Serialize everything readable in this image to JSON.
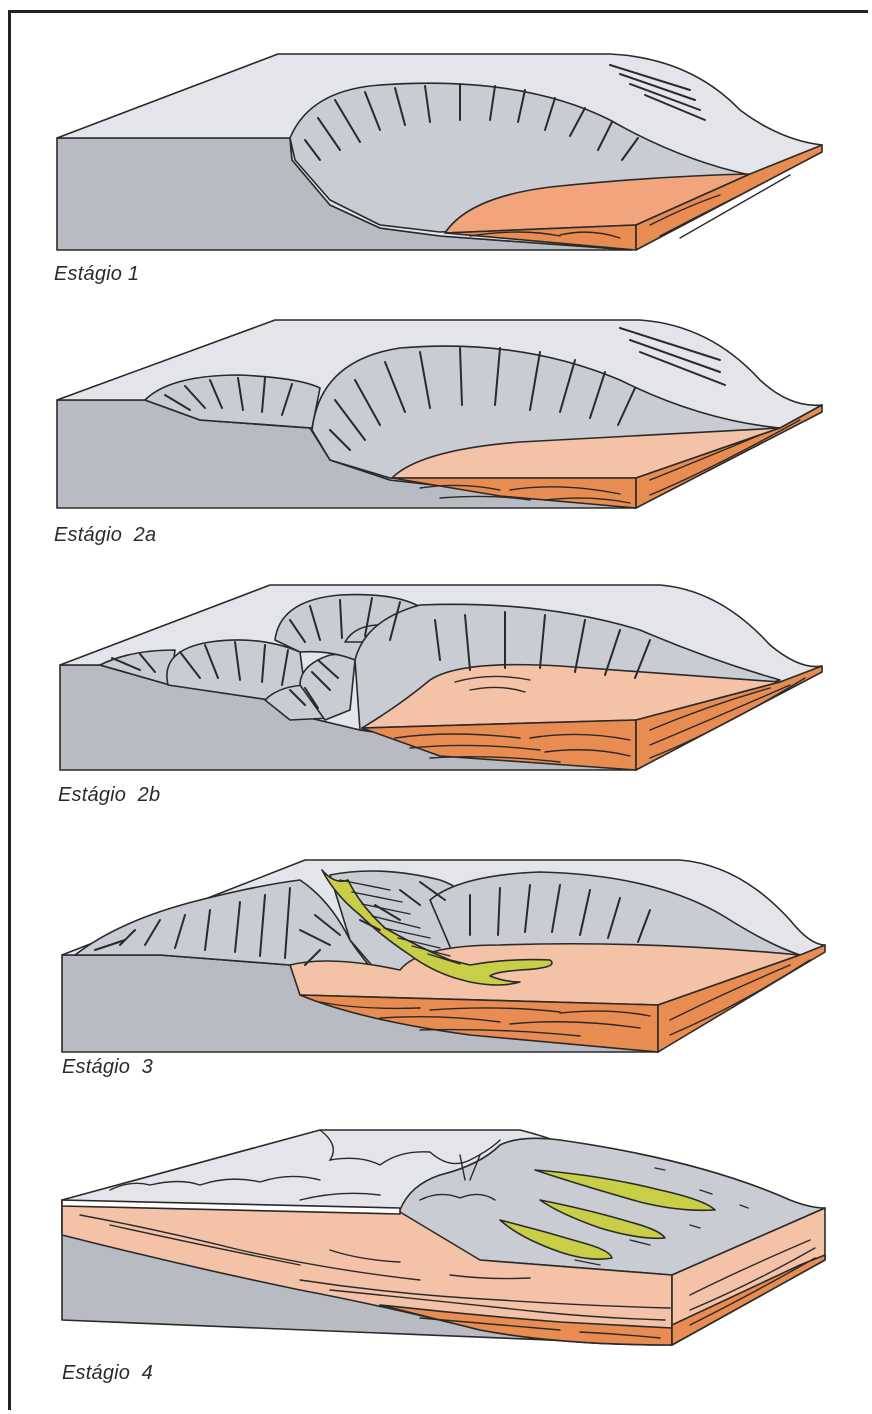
{
  "figure": {
    "stages": [
      {
        "id": "1",
        "label": "Estágio 1"
      },
      {
        "id": "2a",
        "label": "Estágio  2a"
      },
      {
        "id": "2b",
        "label": "Estágio  2b"
      },
      {
        "id": "3",
        "label": "Estágio  3"
      },
      {
        "id": "4",
        "label": "Estágio  4"
      }
    ]
  },
  "colors": {
    "top_surface": "#e3e5ea",
    "scar": "#c9ccd3",
    "block_side": "#b9bbc2",
    "deposit_top": "#f3c2a7",
    "deposit_side": "#e98c52",
    "deposit_stage1": "#f2a47c",
    "channel": "#c8cf47",
    "outline": "#2a2a2a"
  }
}
